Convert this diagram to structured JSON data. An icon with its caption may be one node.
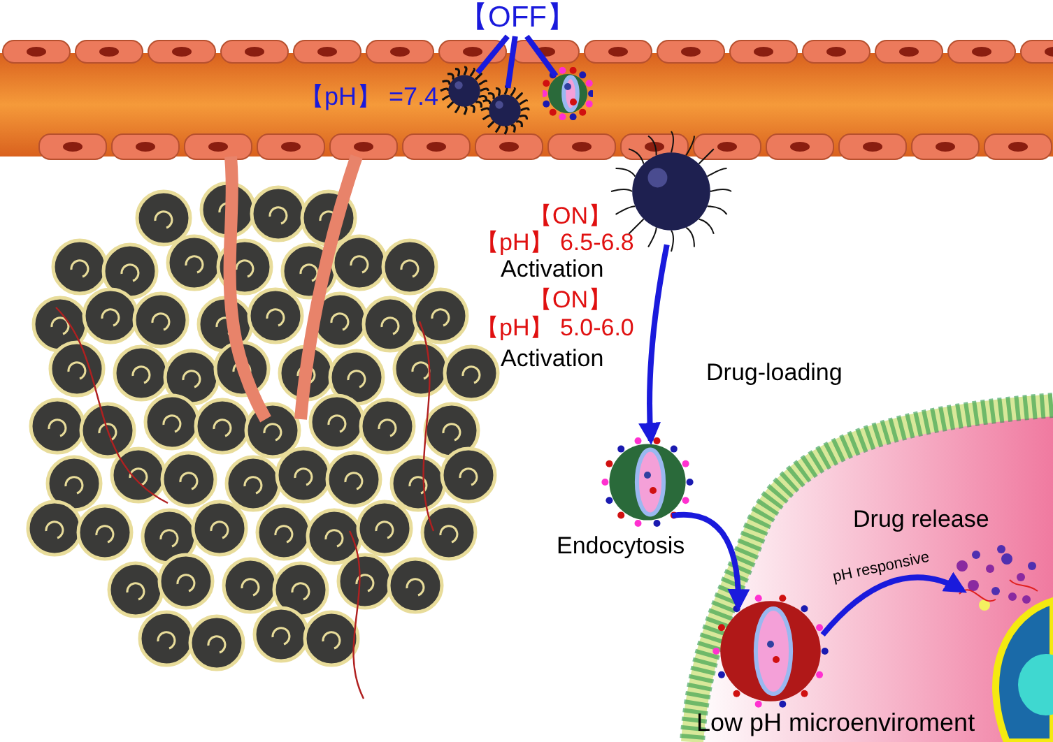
{
  "diagram": {
    "nodes": [
      {
        "text": [
          "【OFF】"
        ]
      },
      {
        "text": [],
        "shape": "picture"
      },
      {
        "text": [],
        "shape": "picture"
      },
      {
        "text": [],
        "shape": "picture"
      },
      {
        "text": [],
        "shape": "picture"
      },
      {
        "text": [],
        "shape": "picture",
        "beside": [
          "Endocytosis"
        ]
      },
      {
        "text": [],
        "shape": "picture"
      },
      {
        "text": [],
        "shape": "picture",
        "beside": [
          "Drug release"
        ]
      }
    ],
    "edges": [
      {
        "from": 0,
        "to": 1,
        "arrow": "none"
      },
      {
        "from": 0,
        "to": 2,
        "arrow": "none"
      },
      {
        "from": 0,
        "to": 3,
        "arrow": "none"
      },
      {
        "from": 4,
        "to": 5,
        "arrow": "to",
        "label": "Drug-loading"
      },
      {
        "from": 5,
        "to": 6,
        "arrow": "to"
      },
      {
        "from": 6,
        "to": 7,
        "arrow": "to",
        "label": "pH responsive"
      }
    ],
    "labels": [
      "【pH】 =7.4",
      "【ON】",
      "【pH】 6.5-6.8",
      "Activation",
      "【ON】",
      "【pH】 5.0-6.0",
      "Activation",
      "Low pH microenviroment"
    ]
  }
}
